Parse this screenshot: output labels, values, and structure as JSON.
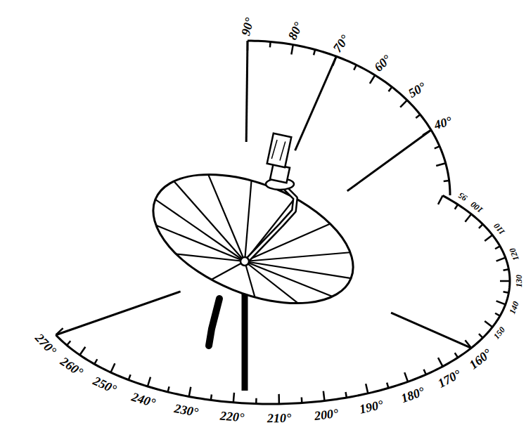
{
  "diagram": {
    "labels": [
      "90°",
      "80°",
      "70°",
      "60°",
      "50°",
      "40°",
      "95",
      "100",
      "110",
      "120",
      "130",
      "140",
      "150",
      "160°",
      "170°",
      "180°",
      "190°",
      "200°",
      "210°",
      "220°",
      "230°",
      "240°",
      "250°",
      "260°",
      "270°"
    ]
  }
}
